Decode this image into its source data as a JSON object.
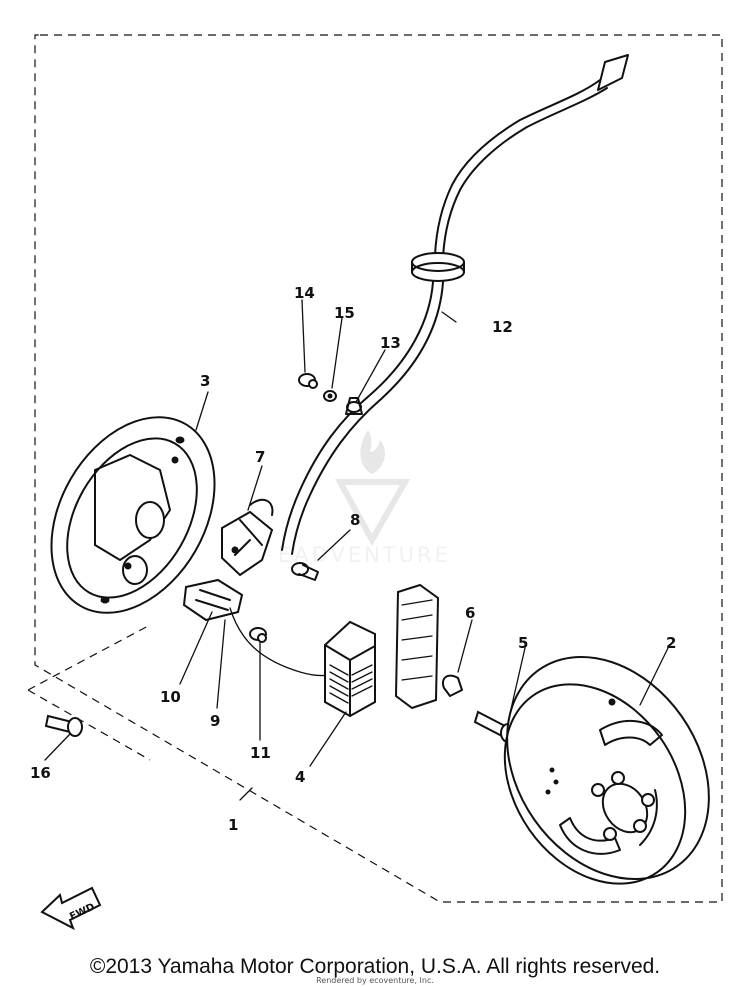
{
  "diagram": {
    "callouts": [
      {
        "id": "1",
        "label": "1"
      },
      {
        "id": "2",
        "label": "2"
      },
      {
        "id": "3",
        "label": "3"
      },
      {
        "id": "4",
        "label": "4"
      },
      {
        "id": "5",
        "label": "5"
      },
      {
        "id": "6",
        "label": "6"
      },
      {
        "id": "7",
        "label": "7"
      },
      {
        "id": "8",
        "label": "8"
      },
      {
        "id": "9",
        "label": "9"
      },
      {
        "id": "10",
        "label": "10"
      },
      {
        "id": "11",
        "label": "11"
      },
      {
        "id": "12",
        "label": "12"
      },
      {
        "id": "13",
        "label": "13"
      },
      {
        "id": "14",
        "label": "14"
      },
      {
        "id": "15",
        "label": "15"
      },
      {
        "id": "16",
        "label": "16"
      }
    ],
    "direction_marker": "FWD",
    "watermark": "EADVENTURE"
  },
  "footer": {
    "copyright": "©2013 Yamaha Motor Corporation, U.S.A. All rights reserved.",
    "rendered_by": "Rendered by ecoventure, Inc."
  }
}
